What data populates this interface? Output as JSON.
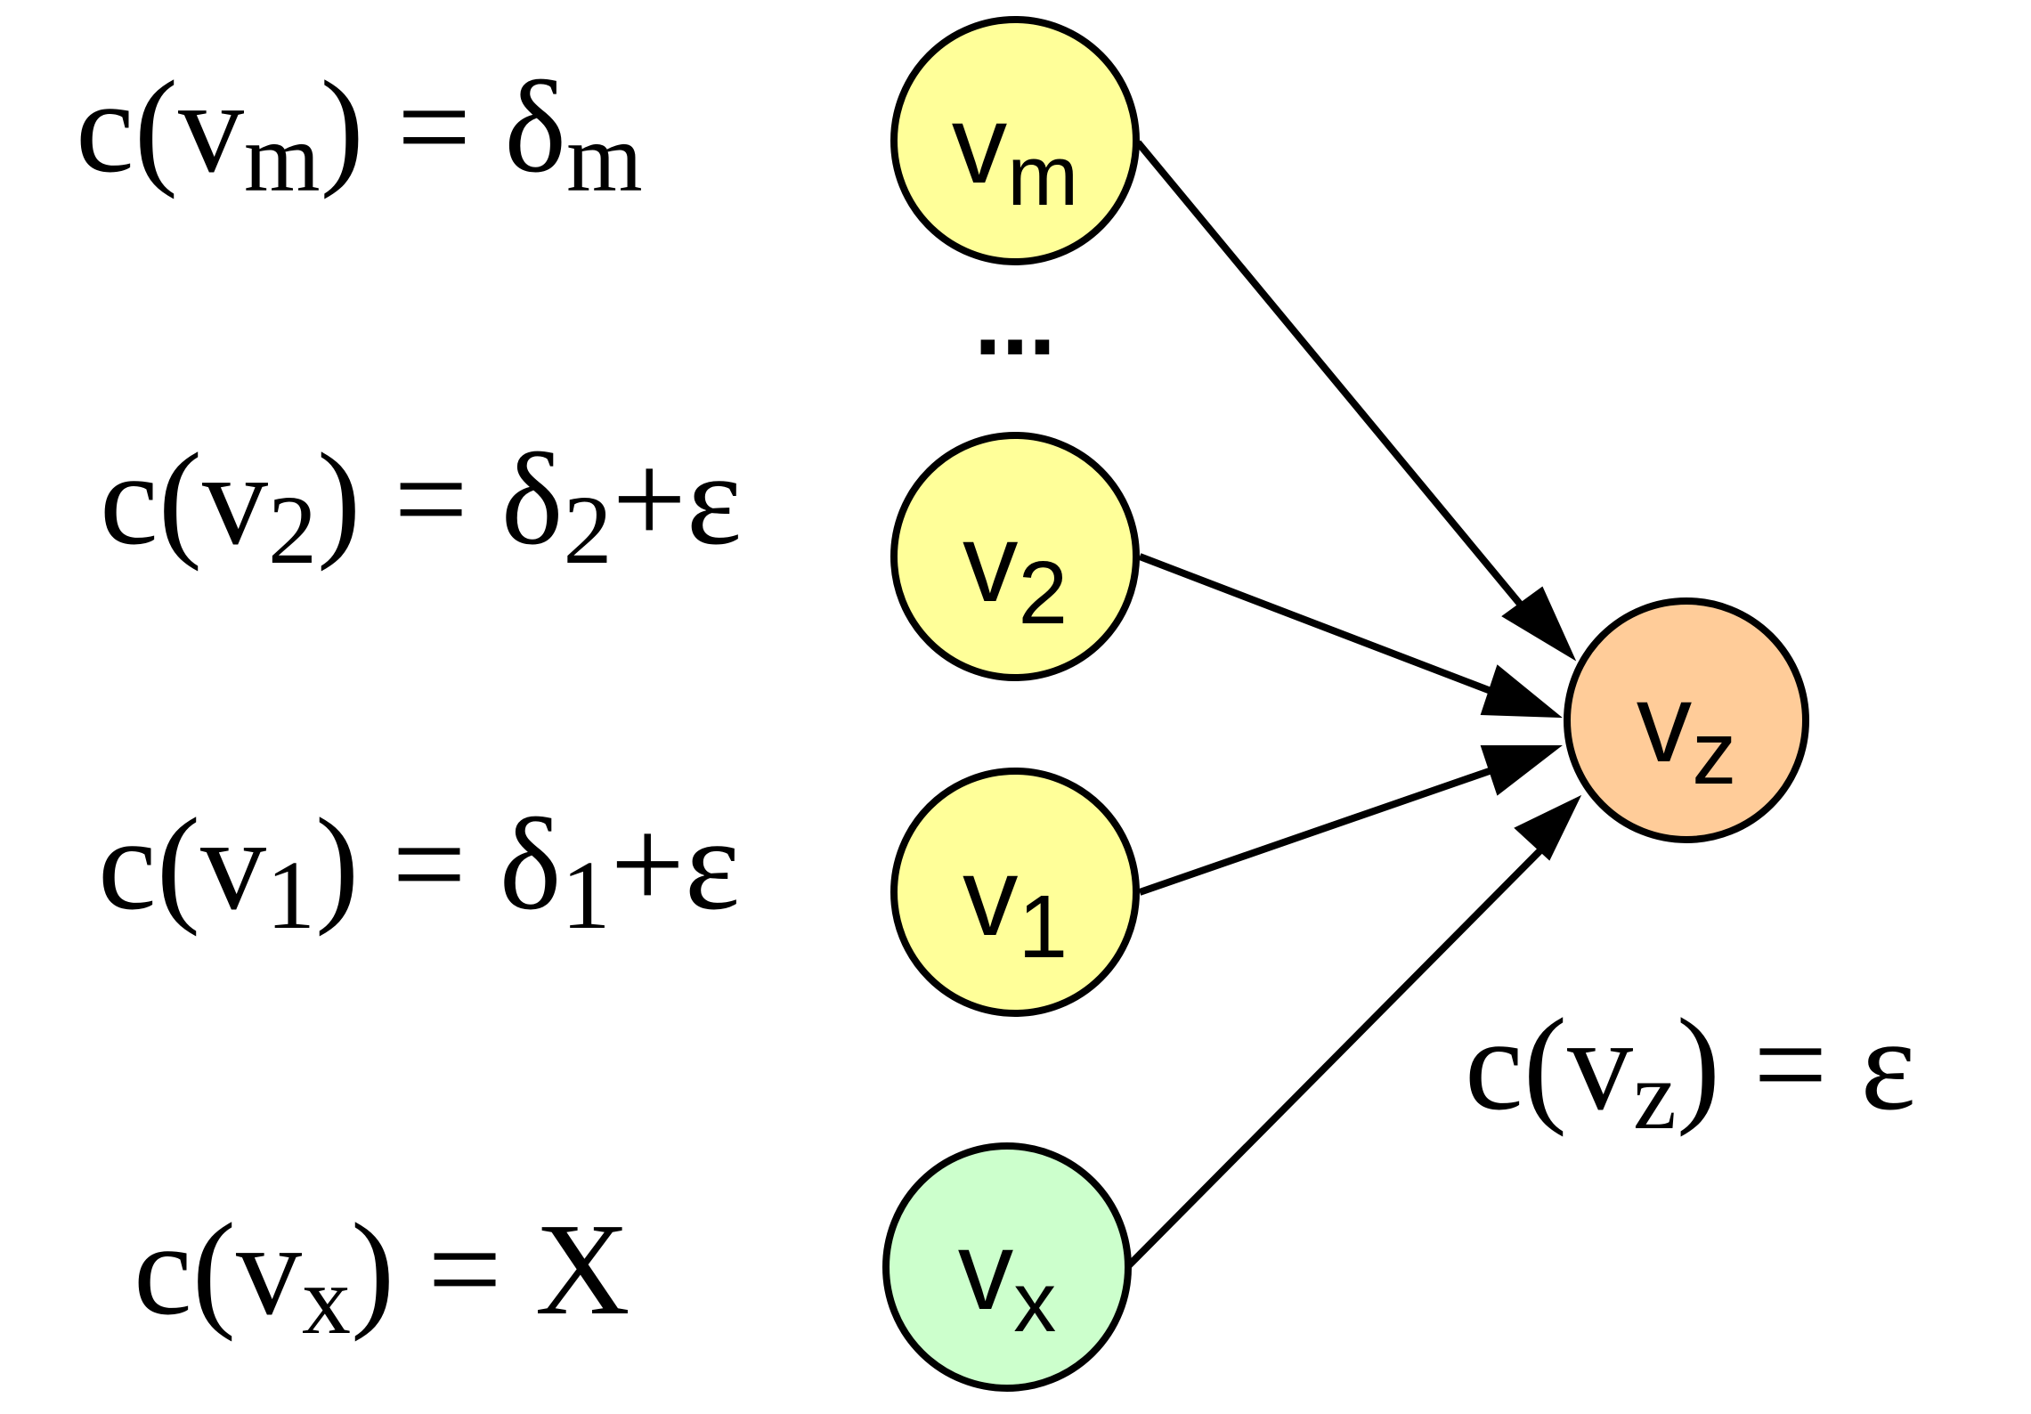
{
  "nodes": {
    "vm": {
      "base": "v",
      "sub": "m",
      "fill": "#FFFF99"
    },
    "v2": {
      "base": "v",
      "sub": "2",
      "fill": "#FFFF99"
    },
    "v1": {
      "base": "v",
      "sub": "1",
      "fill": "#FFFF99"
    },
    "vx": {
      "base": "v",
      "sub": "x",
      "fill": "#CCFFCC"
    },
    "vz": {
      "base": "v",
      "sub": "z",
      "fill": "#FFCC99"
    }
  },
  "ellipsis": "...",
  "formulas": {
    "vm": {
      "pre": "c(",
      "v": "v",
      "vsub": "m",
      "post": ") = ",
      "rhs": "δ",
      "rhs_sub": "m",
      "rhs_tail": ""
    },
    "v2": {
      "pre": "c(",
      "v": "v",
      "vsub": "2",
      "post": ") = ",
      "rhs": "δ",
      "rhs_sub": "2",
      "rhs_tail": "+ε"
    },
    "v1": {
      "pre": "c(",
      "v": "v",
      "vsub": "1",
      "post": ") = ",
      "rhs": "δ",
      "rhs_sub": "1",
      "rhs_tail": "+ε"
    },
    "vx": {
      "pre": "c(",
      "v": "v",
      "vsub": "x",
      "post": ") = ",
      "rhs": "X",
      "rhs_sub": "",
      "rhs_tail": ""
    },
    "vz": {
      "pre": "c(",
      "v": "v",
      "vsub": "z",
      "post": ") = ",
      "rhs": "ε",
      "rhs_sub": "",
      "rhs_tail": ""
    }
  },
  "edges": [
    {
      "from": "vm",
      "to": "vz"
    },
    {
      "from": "v2",
      "to": "vz"
    },
    {
      "from": "v1",
      "to": "vz"
    },
    {
      "from": "vx",
      "to": "vz"
    }
  ],
  "colors": {
    "source_node": "#FFFF99",
    "x_node": "#CCFFCC",
    "target_node": "#FFCC99",
    "stroke": "#000000"
  }
}
